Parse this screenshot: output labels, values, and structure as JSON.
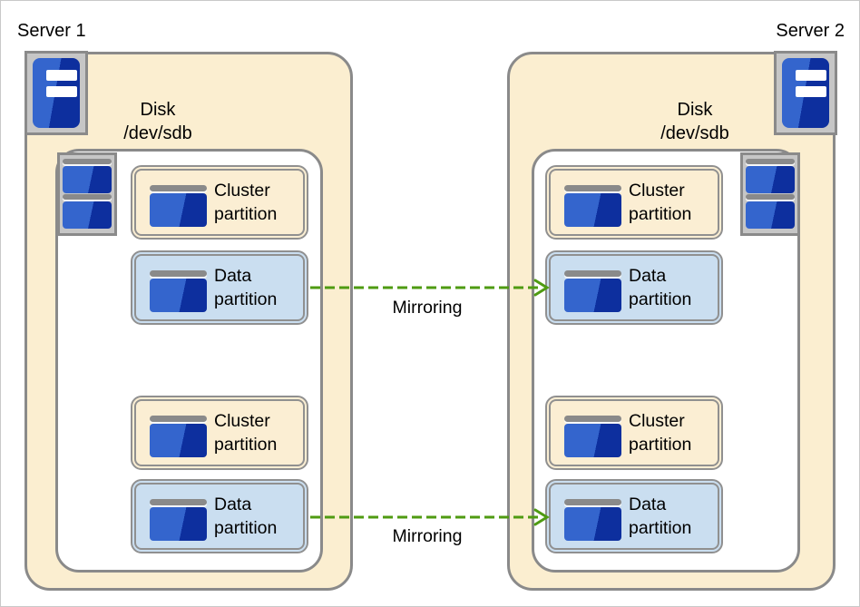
{
  "colors": {
    "page_border": "#c9c9c9",
    "container_cream": "#fbeed0",
    "container_border": "#8a8a8a",
    "partition_border": "#909090",
    "cluster_fill": "#fbeed3",
    "data_fill": "#cadef0",
    "icon_frame_fill": "#c6c6c6",
    "icon_bar_gray": "#8a8a8a",
    "disk_blue_light": "#3465cd",
    "disk_blue_dark": "#0d2f9e",
    "arrow_green": "#4f9b12",
    "text_color": "#000000"
  },
  "servers": [
    {
      "label": "Server 1",
      "disk_title": "Disk",
      "disk_device": "/dev/sdb",
      "partitions": [
        {
          "kind": "cluster",
          "label": "Cluster partition"
        },
        {
          "kind": "data",
          "label": "Data partition"
        },
        {
          "kind": "cluster",
          "label": "Cluster partition"
        },
        {
          "kind": "data",
          "label": "Data partition"
        }
      ]
    },
    {
      "label": "Server 2",
      "disk_title": "Disk",
      "disk_device": "/dev/sdb",
      "partitions": [
        {
          "kind": "cluster",
          "label": "Cluster partition"
        },
        {
          "kind": "data",
          "label": "Data partition"
        },
        {
          "kind": "cluster",
          "label": "Cluster partition"
        },
        {
          "kind": "data",
          "label": "Data partition"
        }
      ]
    }
  ],
  "arrows": [
    {
      "label": "Mirroring"
    },
    {
      "label": "Mirroring"
    }
  ]
}
